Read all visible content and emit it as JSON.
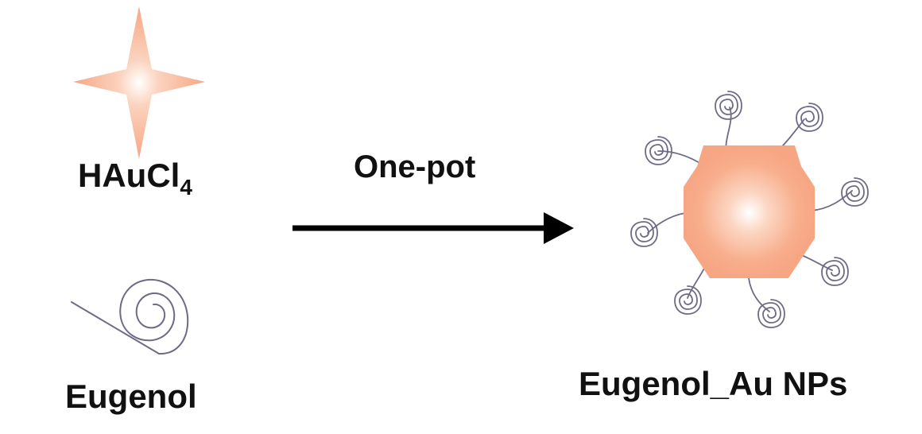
{
  "colors": {
    "gold_core": "#f7a684",
    "gold_center": "#ffffff",
    "ligand": "#6f6a85",
    "arrow": "#000000",
    "text": "#111111"
  },
  "reactants": {
    "gold_salt": {
      "label_main": "HAuCl",
      "label_subscript": "4",
      "icon": "four-point-star"
    },
    "ligand": {
      "label": "Eugenol",
      "icon": "spiral-tail"
    }
  },
  "reaction": {
    "condition_label": "One-pot",
    "arrow_direction": "right"
  },
  "product": {
    "label": "Eugenol_Au NPs",
    "core_shape": "octagon",
    "ligand_count": 8
  }
}
